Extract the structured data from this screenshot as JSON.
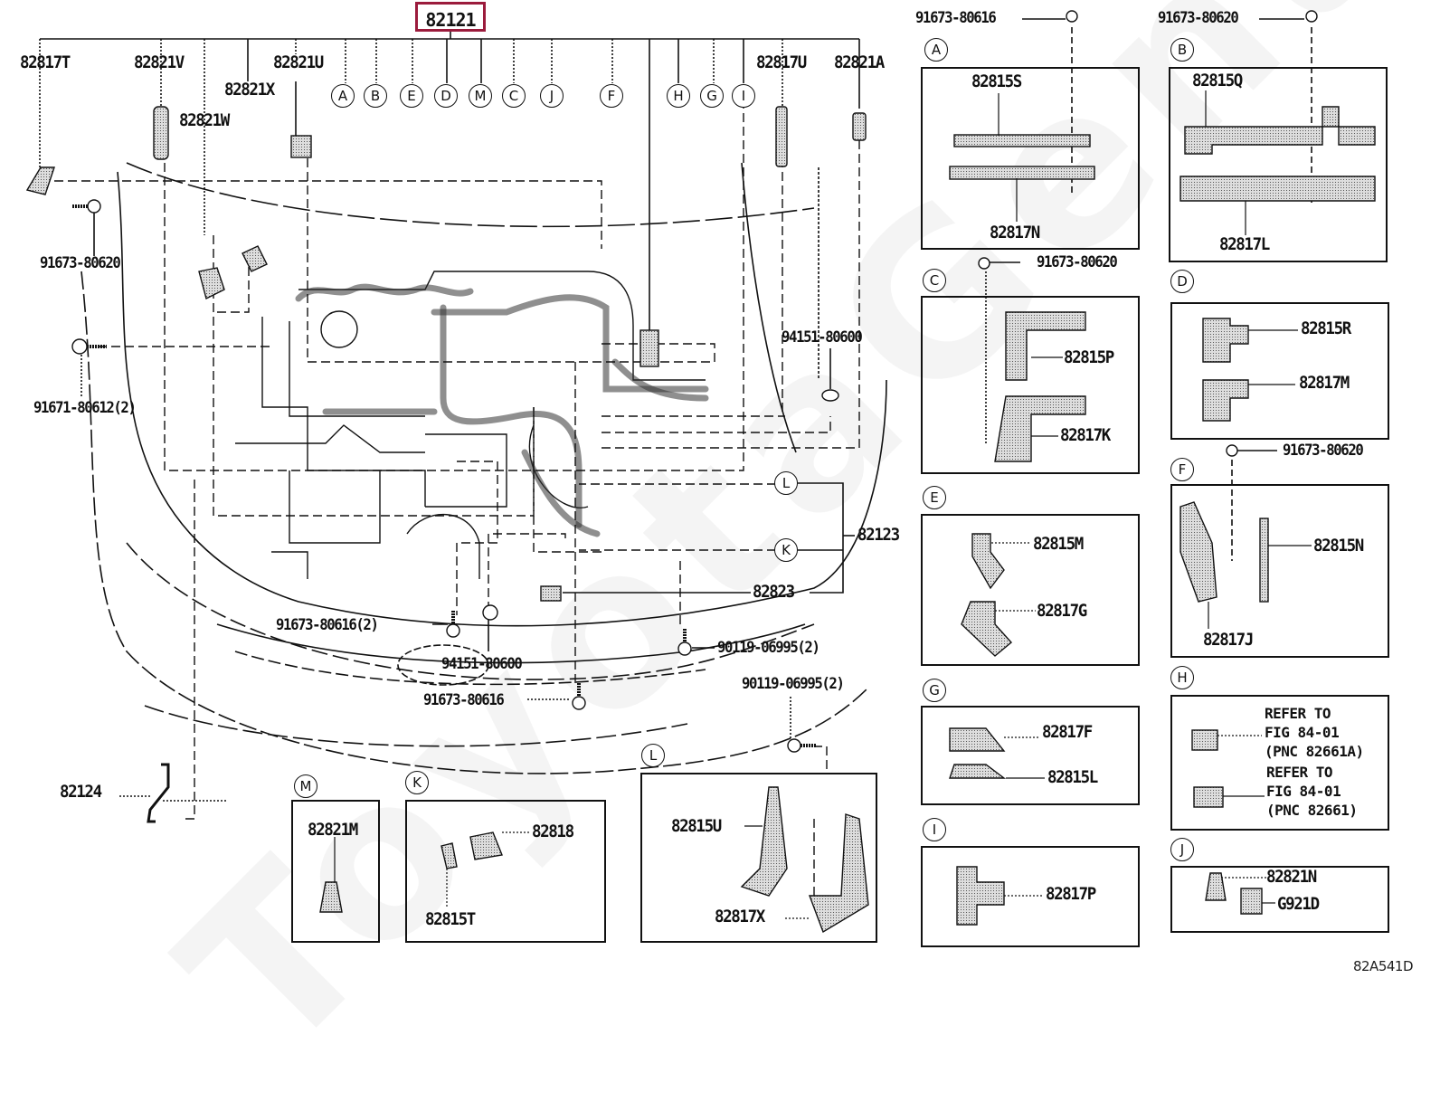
{
  "diagram": {
    "main_part": "82121",
    "figure_code": "82A541D",
    "watermark": "ToyotaGenuine",
    "accent_color": "#9b1b3c"
  },
  "top_labels": {
    "p82817T": "82817T",
    "p82821V": "82821V",
    "p82821X": "82821X",
    "p82821W": "82821W",
    "p82821U": "82821U",
    "p82817U": "82817U",
    "p82821A": "82821A"
  },
  "callouts_top": [
    "A",
    "B",
    "E",
    "D",
    "M",
    "C",
    "J",
    "F",
    "H",
    "G",
    "I"
  ],
  "main_labels": {
    "bolt_left_top": "91673-80620",
    "bolt_left_mid": "91671-80612(2)",
    "clip_right": "94151-80600",
    "harness_82123": "82123",
    "harness_82823": "82823",
    "callout_L": "L",
    "callout_K": "K",
    "bolt_bottom_1": "91673-80616(2)",
    "clip_bottom": "94151-80600",
    "bolt_bottom_2": "91673-80616",
    "bolt_bottom_3": "90119-06995(2)",
    "bolt_bottom_4": "90119-06995(2)",
    "sensor_82124": "82124"
  },
  "detail_panels": {
    "A": {
      "letter": "A",
      "bolt": "91673-80616",
      "parts": [
        "82815S",
        "82817N"
      ]
    },
    "B": {
      "letter": "B",
      "bolt": "91673-80620",
      "parts": [
        "82815Q",
        "82817L"
      ]
    },
    "C": {
      "letter": "C",
      "bolt": "91673-80620",
      "parts": [
        "82815P",
        "82817K"
      ]
    },
    "D": {
      "letter": "D",
      "parts": [
        "82815R",
        "82817M"
      ]
    },
    "E": {
      "letter": "E",
      "parts": [
        "82815M",
        "82817G"
      ]
    },
    "F": {
      "letter": "F",
      "bolt": "91673-80620",
      "parts": [
        "82815N",
        "82817J"
      ]
    },
    "G": {
      "letter": "G",
      "parts": [
        "82817F",
        "82815L"
      ]
    },
    "H": {
      "letter": "H",
      "refs": [
        {
          "line1": "REFER TO",
          "line2": "FIG 84-01",
          "line3": "(PNC 82661A)"
        },
        {
          "line1": "REFER TO",
          "line2": "FIG 84-01",
          "line3": "(PNC 82661)"
        }
      ]
    },
    "I": {
      "letter": "I",
      "parts": [
        "82817P"
      ]
    },
    "J": {
      "letter": "J",
      "parts": [
        "82821N",
        "G921D"
      ]
    },
    "K": {
      "letter": "K",
      "parts": [
        "82818",
        "82815T"
      ]
    },
    "L": {
      "letter": "L",
      "parts": [
        "82815U",
        "82817X"
      ]
    },
    "M": {
      "letter": "M",
      "parts": [
        "82821M"
      ]
    }
  }
}
